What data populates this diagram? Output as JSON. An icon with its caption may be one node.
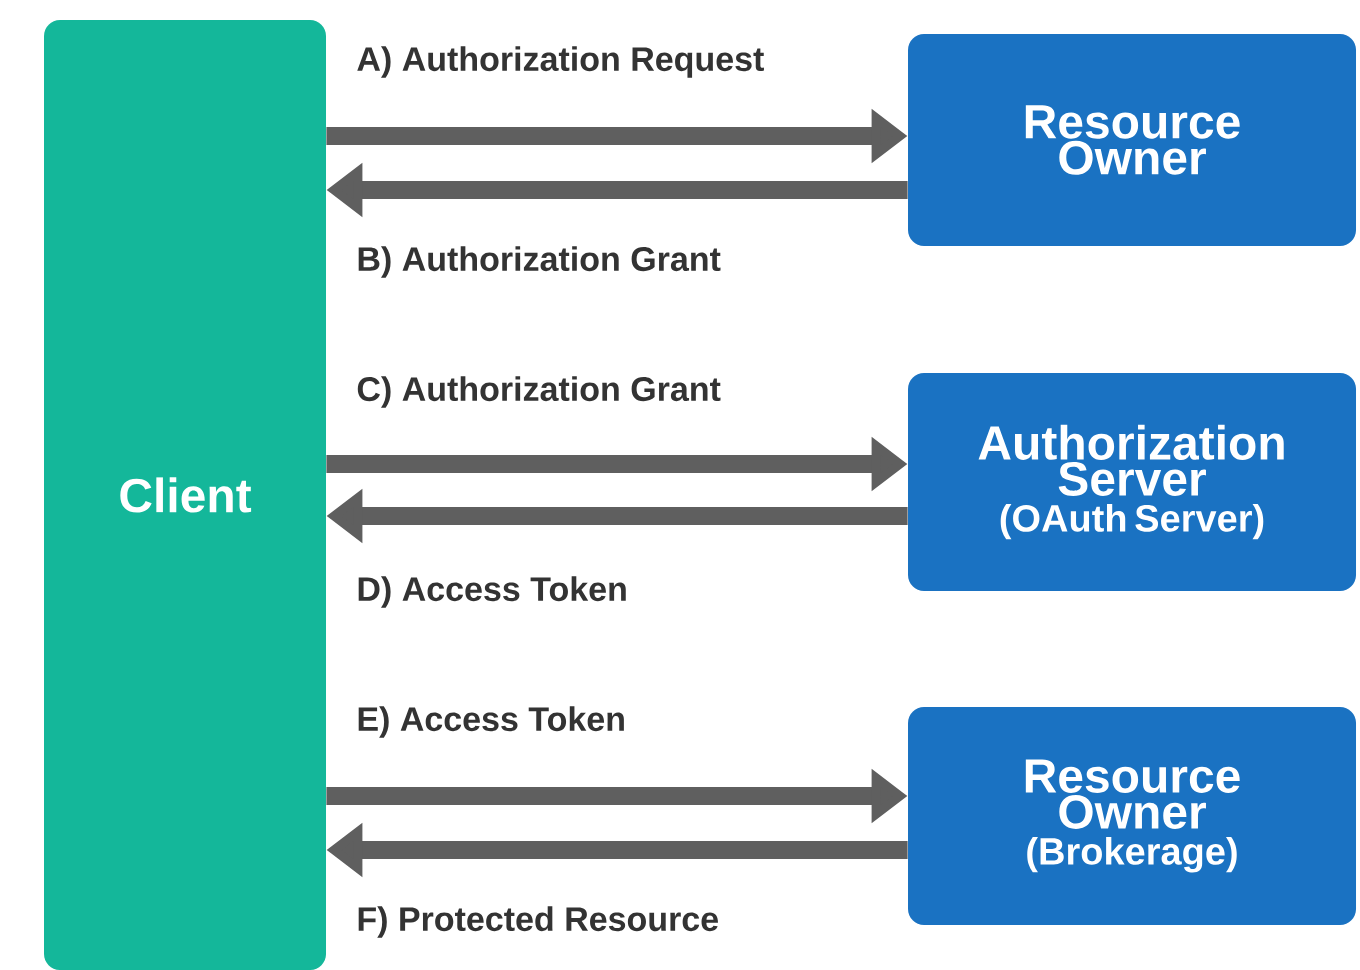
{
  "diagram": {
    "nodes": [
      {
        "text": [
          "Client"
        ]
      },
      {
        "text": [
          "Resource Owner"
        ]
      },
      {
        "text": [
          "Authorization Server",
          "(OAuth Server)"
        ]
      },
      {
        "text": [
          "Resource Owner",
          "(Brokerage)"
        ]
      }
    ],
    "edges": [
      {
        "from": 0,
        "to": 1,
        "arrow": "to",
        "label": "A) Authorization Request"
      },
      {
        "from": 1,
        "to": 0,
        "arrow": "to",
        "label": "B) Authorization Grant"
      },
      {
        "from": 0,
        "to": 2,
        "arrow": "to",
        "label": "C) Authorization Grant"
      },
      {
        "from": 2,
        "to": 0,
        "arrow": "to",
        "label": "D) Access Token"
      },
      {
        "from": 0,
        "to": 3,
        "arrow": "to",
        "label": "E) Access Token"
      },
      {
        "from": 3,
        "to": 0,
        "arrow": "to",
        "label": "F) Protected Resource"
      }
    ]
  }
}
